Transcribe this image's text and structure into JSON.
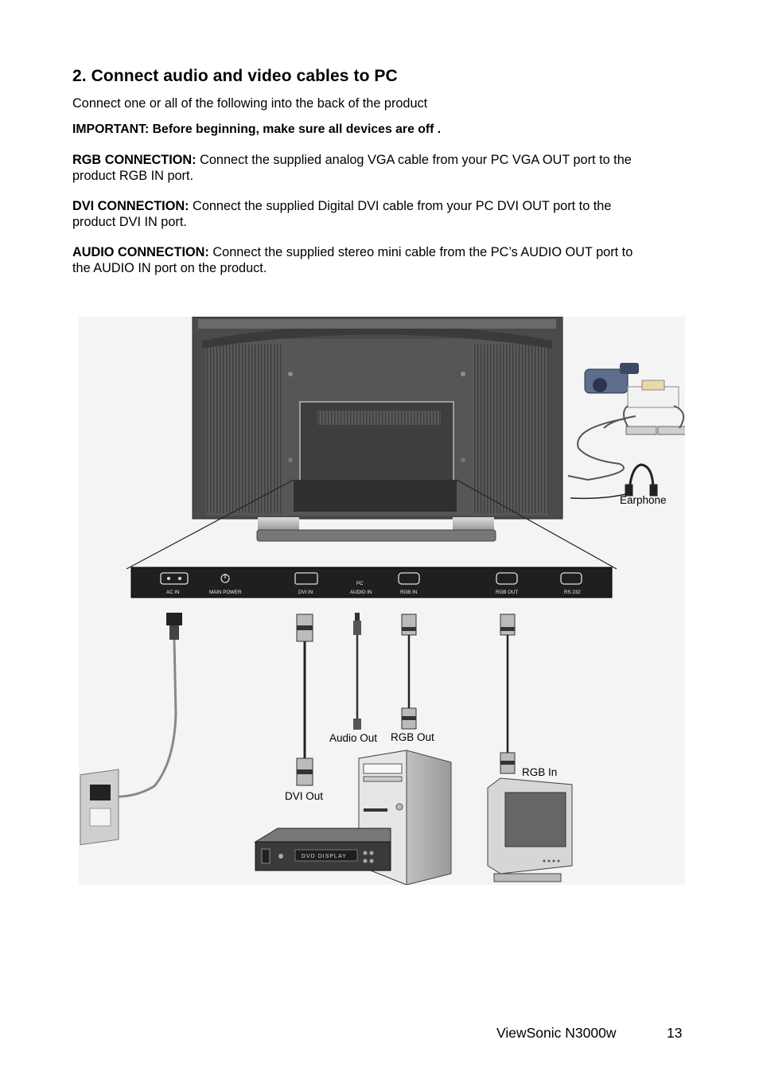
{
  "heading": "2. Connect audio and video cables to PC",
  "intro": "Connect one or all of the following into the back of the product",
  "important": "IMPORTANT: Before beginning, make sure all devices are off .",
  "rgb": {
    "label": "RGB CONNECTION:",
    "text_line1": " Connect the supplied analog VGA cable from your PC VGA OUT port to the",
    "text_line2": "product RGB IN port."
  },
  "dvi": {
    "label": "DVI CONNECTION:",
    "text_line1": " Connect the supplied Digital DVI cable from your PC DVI OUT port to the",
    "text_line2": "product DVI IN port."
  },
  "audio": {
    "label": "AUDIO CONNECTION:",
    "text_line1": " Connect the supplied stereo mini cable from the PC’s AUDIO OUT port to",
    "text_line2": "the AUDIO IN port on the product."
  },
  "diagram": {
    "panel_ports": {
      "ac_in": "AC IN",
      "main_power": "MAIN  POWER",
      "dvi_in": "DVI IN",
      "pc": "PC",
      "audio_in": "AUDIO IN",
      "rgb_in": "RGB IN",
      "rgb_out": "RGB OUT",
      "rs232": "RS 232"
    },
    "labels": {
      "earphone": "Earphone",
      "audio_out": "Audio Out",
      "rgb_out": "RGB Out",
      "rgb_in": "RGB In",
      "dvi_out": "DVI Out",
      "dvd_display": "DVD DISPLAY"
    }
  },
  "footer": {
    "brand": "ViewSonic  N3000w",
    "page": "13"
  }
}
